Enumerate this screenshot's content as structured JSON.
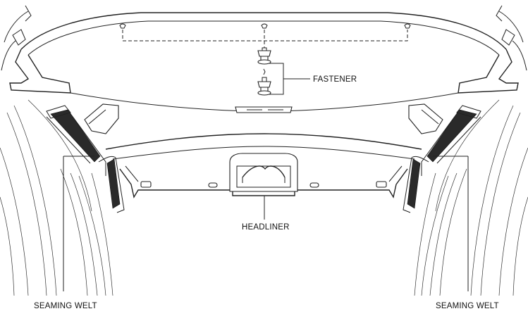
{
  "labels": {
    "fastener": "FASTENER",
    "headliner": "HEADLINER",
    "seaming_welt_left": "SEAMING WELT",
    "seaming_welt_right": "SEAMING WELT"
  }
}
